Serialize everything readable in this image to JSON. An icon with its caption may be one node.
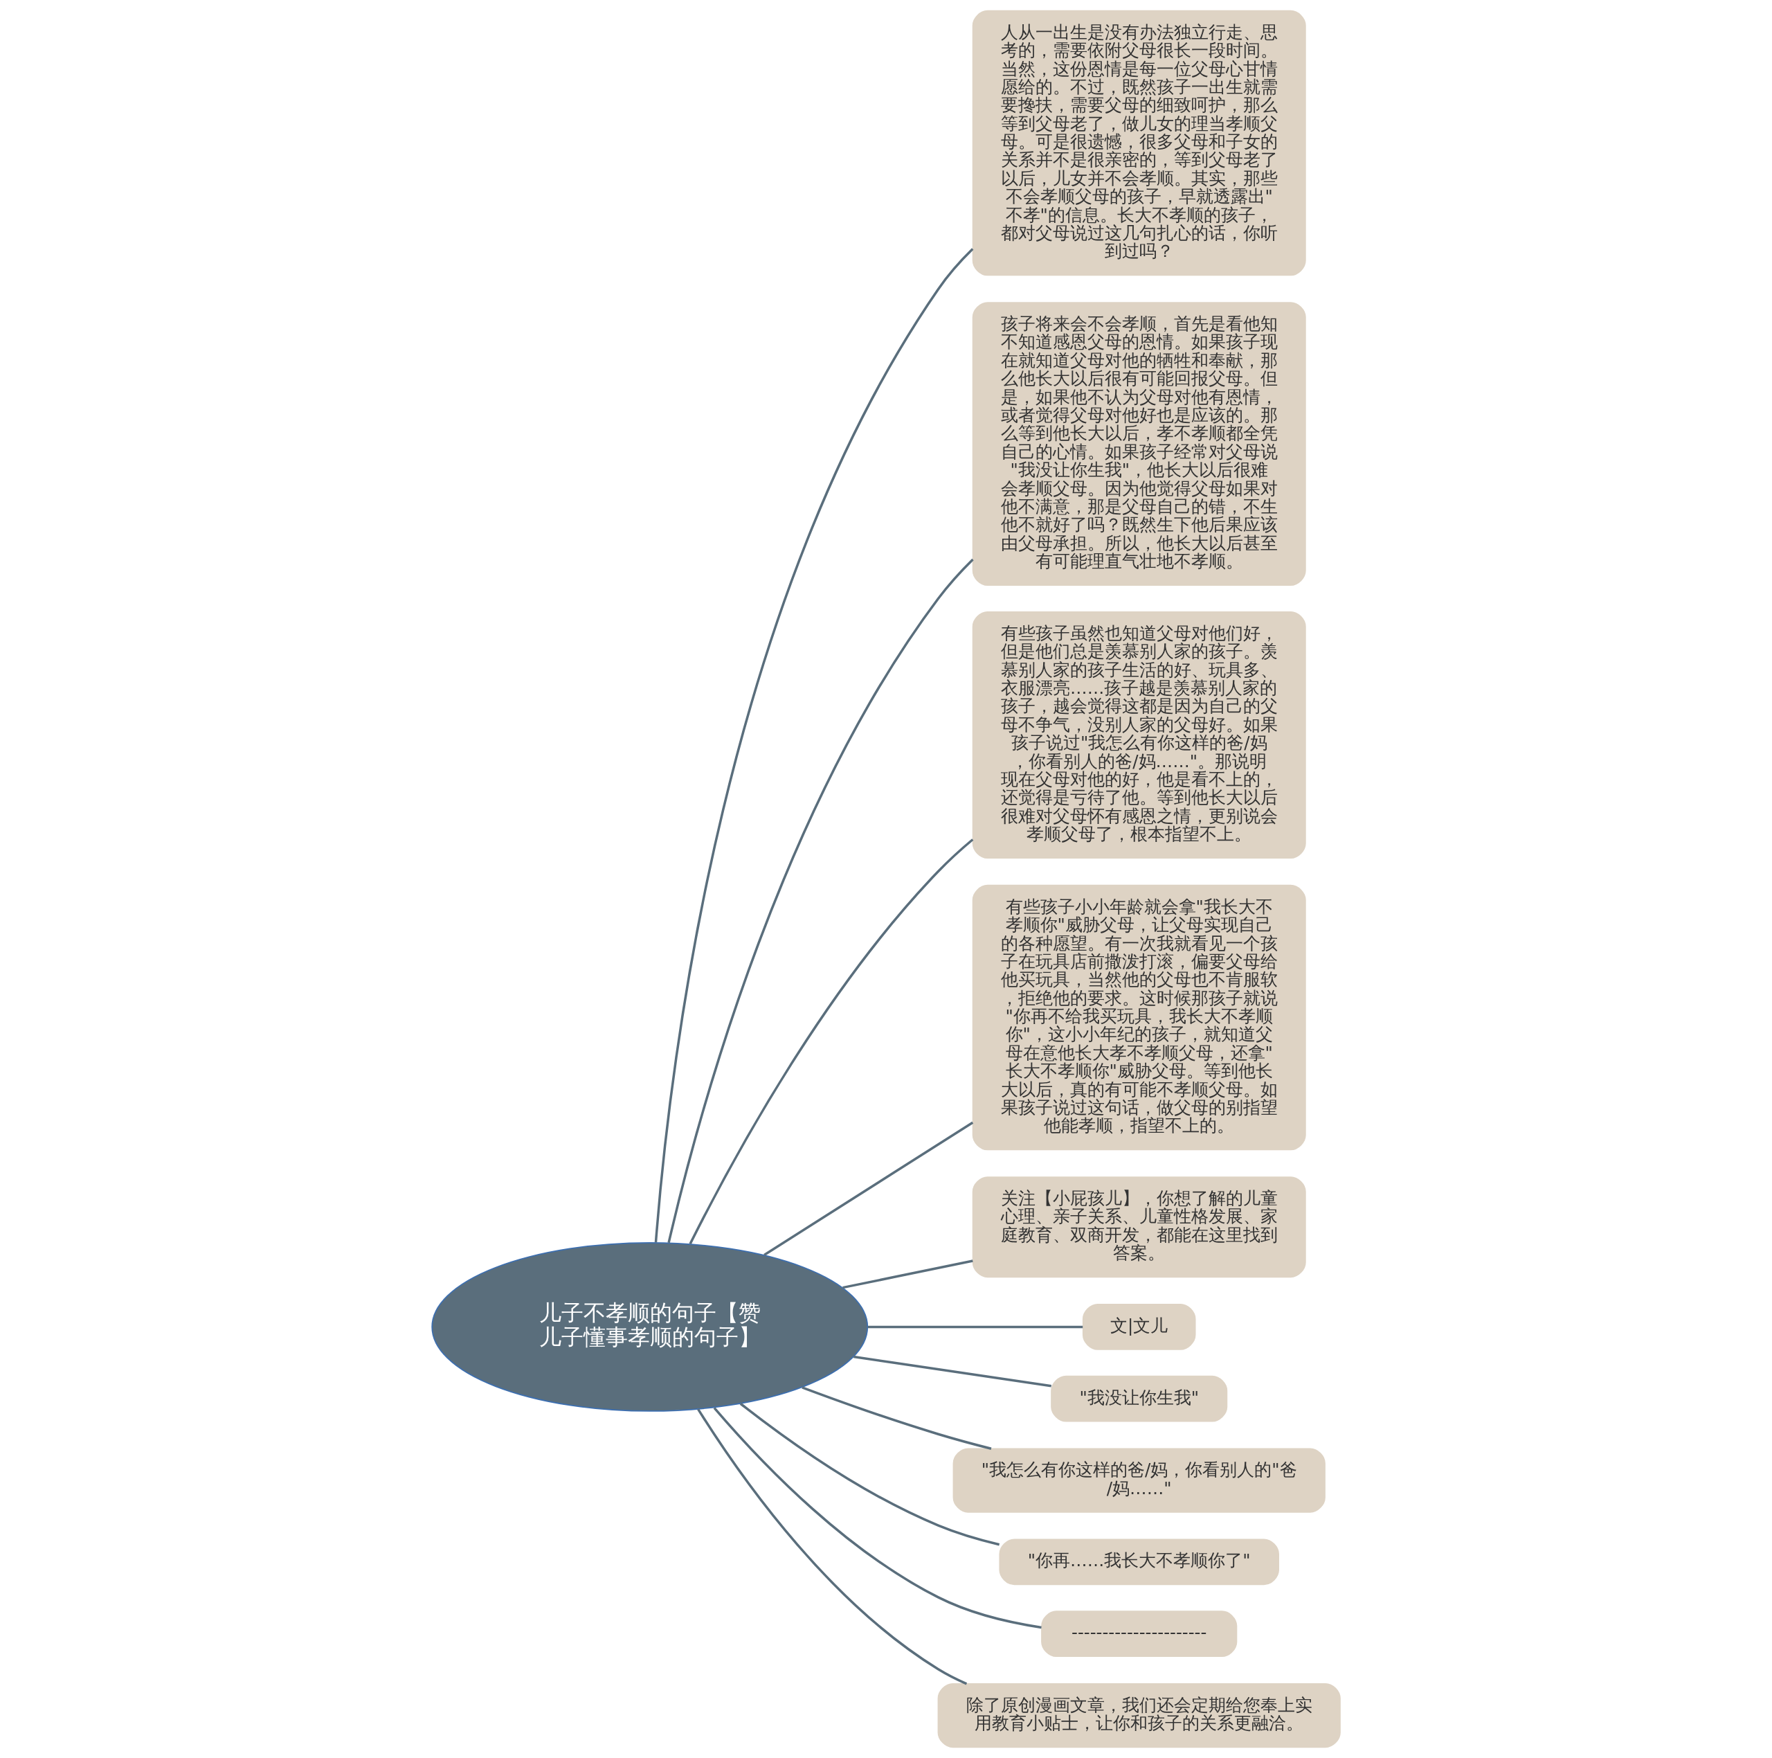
{
  "diagram": {
    "nodes": [
      {
        "text": [
          "儿子不孝顺的句子【赞儿子懂事孝顺的句子】"
        ]
      },
      {
        "text": [
          "人从一出生是没有办法独立行走、思考的，需要依附父母很长一段时间。当然，这份恩情是每一位父母心甘情愿给的。不过，既然孩子一出生就需要搀扶，需要父母的细致呵护，那么等到父母老了，做儿女的理当孝顺父母。可是很遗憾，很多父母和子女的关系并不是很亲密的，等到父母老了以后，儿女并不会孝顺。其实，那些不会孝顺父母的孩子，早就透露出\"不孝\"的信息。长大不孝顺的孩子，都对父母说过这几句扎心的话，你听到过吗？"
        ]
      },
      {
        "text": [
          "孩子将来会不会孝顺，首先是看他知不知道感恩父母的恩情。如果孩子现在就知道父母对他的牺牲和奉献，那么他长大以后很有可能回报父母。但是，如果他不认为父母对他有恩情，或者觉得父母对他好也是应该的。那么等到他长大以后，孝不孝顺都全凭自己的心情。如果孩子经常对父母说\"我没让你生我\"，他长大以后很难会孝顺父母。因为他觉得父母如果对他不满意，那是父母自己的错，不生他不就好了吗？既然生下他后果应该由父母承担。所以，他长大以后甚至有可能理直气壮地不孝顺。"
        ]
      },
      {
        "text": [
          "有些孩子虽然也知道父母对他们好，但是他们总是羡慕别人家的孩子。羡慕别人家的孩子生活的好、玩具多、衣服漂亮……孩子越是羡慕别人家的孩子，越会觉得这都是因为自己的父母不争气，没别人家的父母好。如果孩子说过\"我怎么有你这样的爸/妈，你看别人的爸/妈……\"。那说明现在父母对他的好，他是看不上的，还觉得是亏待了他。等到他长大以后很难对父母怀有感恩之情，更别说会孝顺父母了，根本指望不上。"
        ]
      },
      {
        "text": [
          "有些孩子小小年龄就会拿\"我长大不孝顺你\"威胁父母，让父母实现自己的各种愿望。有一次我就看见一个孩子在玩具店前撒泼打滚，偏要父母给他买玩具，当然他的父母也不肯服软，拒绝他的要求。这时候那孩子就说\"你再不给我买玩具，我长大不孝顺你\"，这小小年纪的孩子，就知道父母在意他长大孝不孝顺父母，还拿\"长大不孝顺你\"威胁父母。等到他长大以后，真的有可能不孝顺父母。如果孩子说过这句话，做父母的别指望他能孝顺，指望不上的。"
        ]
      },
      {
        "text": [
          "关注【小屁孩儿】，你想了解的儿童心理、亲子关系、儿童性格发展、家庭教育、双商开发，都能在这里找到答案。"
        ]
      },
      {
        "text": [
          "文|文儿"
        ]
      },
      {
        "text": [
          "\"我没让你生我\""
        ]
      },
      {
        "text": [
          "\"我怎么有你这样的爸/妈，你看别人的\"爸/妈……\""
        ]
      },
      {
        "text": [
          "\"你再……我长大不孝顺你了\""
        ]
      },
      {
        "text": [
          "----------------------"
        ]
      },
      {
        "text": [
          "除了原创漫画文章，我们还会定期给您奉上实用教育小贴士，让你和孩子的关系更融洽。"
        ]
      }
    ],
    "edges": [
      {
        "from": 0,
        "to": 1,
        "arrow": "none"
      },
      {
        "from": 0,
        "to": 2,
        "arrow": "none"
      },
      {
        "from": 0,
        "to": 3,
        "arrow": "none"
      },
      {
        "from": 0,
        "to": 4,
        "arrow": "none"
      },
      {
        "from": 0,
        "to": 5,
        "arrow": "none"
      },
      {
        "from": 0,
        "to": 6,
        "arrow": "none"
      },
      {
        "from": 0,
        "to": 7,
        "arrow": "none"
      },
      {
        "from": 0,
        "to": 8,
        "arrow": "none"
      },
      {
        "from": 0,
        "to": 9,
        "arrow": "none"
      },
      {
        "from": 0,
        "to": 10,
        "arrow": "none"
      },
      {
        "from": 0,
        "to": 11,
        "arrow": "none"
      }
    ]
  }
}
